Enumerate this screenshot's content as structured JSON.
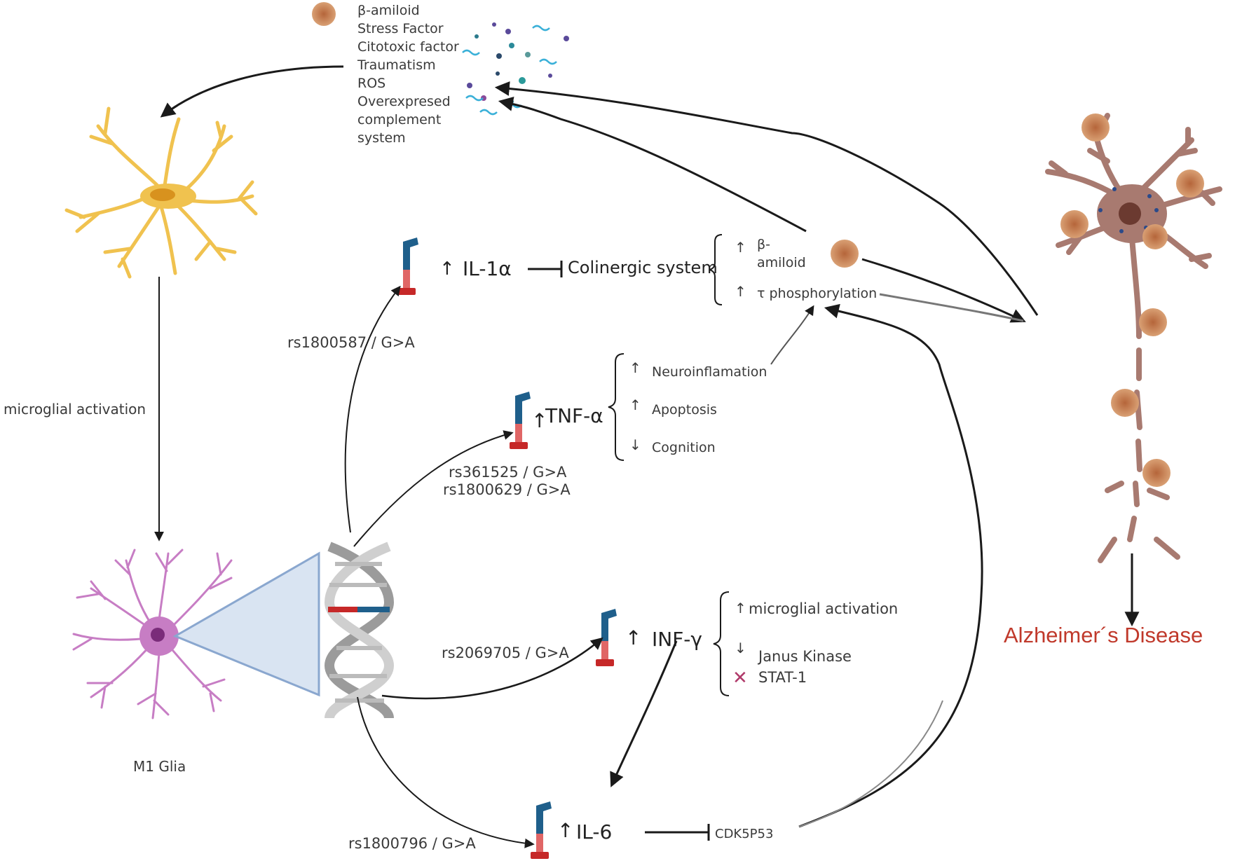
{
  "stressors": {
    "items": [
      "β-amiloid",
      "Stress Factor",
      "Citotoxic factor",
      "Traumatism",
      "ROS",
      "Overexpresed",
      "complement",
      "system"
    ]
  },
  "labels": {
    "microglial_activation_left": "microglial activation",
    "m1_glia": "M1 Glia",
    "alzheimers": "Alzheimer´s Disease"
  },
  "il1a": {
    "name": "IL-1α",
    "snp": "rs1800587 / G>A",
    "target": "Colinergic system",
    "effects": [
      "β-",
      "amiloid",
      "τ phosphorylation"
    ]
  },
  "tnfa": {
    "name": "TNF-α",
    "snps": [
      "rs361525 / G>A",
      "rs1800629 / G>A"
    ],
    "effects": [
      "Neuroinflamation",
      "Apoptosis",
      "Cognition"
    ]
  },
  "infg": {
    "name": "INF-γ",
    "snp": "rs2069705 / G>A",
    "effects": [
      "microglial activation",
      "Janus Kinase",
      "STAT-1"
    ]
  },
  "il6": {
    "name": "IL-6",
    "snp": "rs1800796 / G>A",
    "target": "CDK5P53"
  },
  "colors": {
    "astrocyte": "#f0c24f",
    "m1_glia": "#c77dc4",
    "neuron": "#a87a70",
    "amyloid": "#c8814a",
    "dna_blue": "#1f5f8b",
    "dna_red": "#c62828",
    "ad_red": "#c0392b"
  }
}
